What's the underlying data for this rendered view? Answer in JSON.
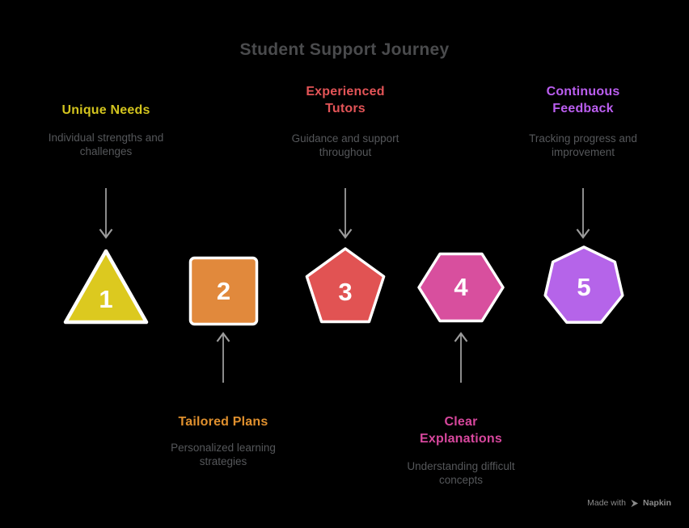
{
  "title": "Student Support Journey",
  "steps": [
    {
      "number": "1",
      "heading": "Unique Needs",
      "description": "Individual strengths and challenges",
      "shape": "triangle",
      "shape_color": "#dcc91f",
      "heading_color": "#d3c41e",
      "label_position": "top"
    },
    {
      "number": "2",
      "heading": "Tailored Plans",
      "description": "Personalized learning strategies",
      "shape": "square",
      "shape_color": "#e1893c",
      "heading_color": "#e0902e",
      "label_position": "bottom"
    },
    {
      "number": "3",
      "heading": "Experienced Tutors",
      "description": "Guidance and support throughout",
      "shape": "pentagon",
      "shape_color": "#e15353",
      "heading_color": "#e35457",
      "label_position": "top"
    },
    {
      "number": "4",
      "heading": "Clear Explanations",
      "description": "Understanding difficult concepts",
      "shape": "hexagon",
      "shape_color": "#d84f9e",
      "heading_color": "#d7479d",
      "label_position": "bottom"
    },
    {
      "number": "5",
      "heading": "Continuous Feedback",
      "description": "Tracking progress and improvement",
      "shape": "heptagon",
      "shape_color": "#b564e9",
      "heading_color": "#bb5ef0",
      "label_position": "top"
    }
  ],
  "footer": {
    "made_with": "Made with",
    "brand": "Napkin"
  },
  "colors": {
    "background": "#000000",
    "title_text": "#4a4b4d",
    "description_text": "#55575a",
    "arrow": "#9b9b9b",
    "number_text": "#ffffff",
    "shape_outline": "#ffffff"
  }
}
